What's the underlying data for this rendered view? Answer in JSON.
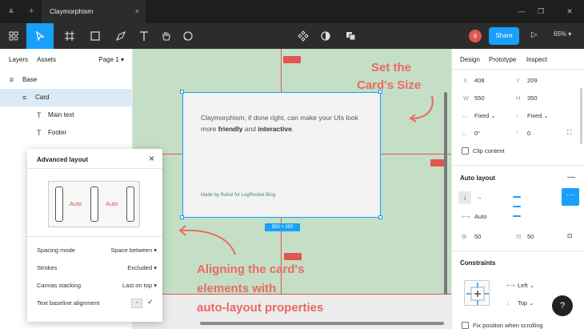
{
  "titlebar": {
    "tab_title": "Claymorphism",
    "plus": "+",
    "close": "×"
  },
  "toolbar": {
    "share_label": "Share",
    "zoom_level": "65%",
    "avatar_initial": "g"
  },
  "left_panel": {
    "tabs": [
      "Layers",
      "Assets"
    ],
    "page_selector": "Page 1",
    "layers": [
      {
        "name": "Base",
        "icon": "#",
        "indent": 0,
        "selected": false
      },
      {
        "name": "Card",
        "icon": "≡",
        "indent": 1,
        "selected": true
      },
      {
        "name": "Main text",
        "icon": "T",
        "indent": 2,
        "selected": false
      },
      {
        "name": "Footer",
        "icon": "T",
        "indent": 2,
        "selected": false
      }
    ]
  },
  "popup": {
    "title": "Advanced layout",
    "auto_left": "Auto",
    "auto_right": "Auto",
    "rows": [
      {
        "label": "Spacing mode",
        "value": "Space between"
      },
      {
        "label": "Strokes",
        "value": "Excluded"
      },
      {
        "label": "Canvas stacking",
        "value": "Last on top"
      }
    ],
    "baseline_label": "Text baseline alignment",
    "baseline_box": "-"
  },
  "canvas": {
    "card_text_before": "Claymorphism, if done right, can make your UIs look more ",
    "card_text_friendly": "friendly",
    "card_text_and": " and ",
    "card_text_interactive": "interactive",
    "card_text_end": ".",
    "card_footer": "Made by Rahul for LogRocket Blog",
    "size_label": "550 × 350"
  },
  "annotations": {
    "set_size_1": "Set the",
    "set_size_2": "Card's Size",
    "align_1": "Aligning the card's",
    "align_2": "elements with",
    "align_3": "auto-layout  properties"
  },
  "right_panel": {
    "tabs": [
      "Design",
      "Prototype",
      "Inspect"
    ],
    "x_label": "X",
    "x_value": "408",
    "y_label": "Y",
    "y_value": "209",
    "w_label": "W",
    "w_value": "550",
    "h_label": "H",
    "h_value": "350",
    "fixed_w": "Fixed",
    "fixed_h": "Fixed",
    "rotation": "0°",
    "radius": "0",
    "clip_content": "Clip content",
    "auto_layout_title": "Auto layout",
    "auto_label": "Auto",
    "padding_h": "50",
    "padding_v": "50",
    "constraints_title": "Constraints",
    "constraint_h": "Left",
    "constraint_v": "Top",
    "fix_position": "Fix position when scrolling"
  },
  "colors": {
    "accent": "#18a0fb",
    "annotation": "#e96a62",
    "canvas": "#c4dfc6"
  }
}
